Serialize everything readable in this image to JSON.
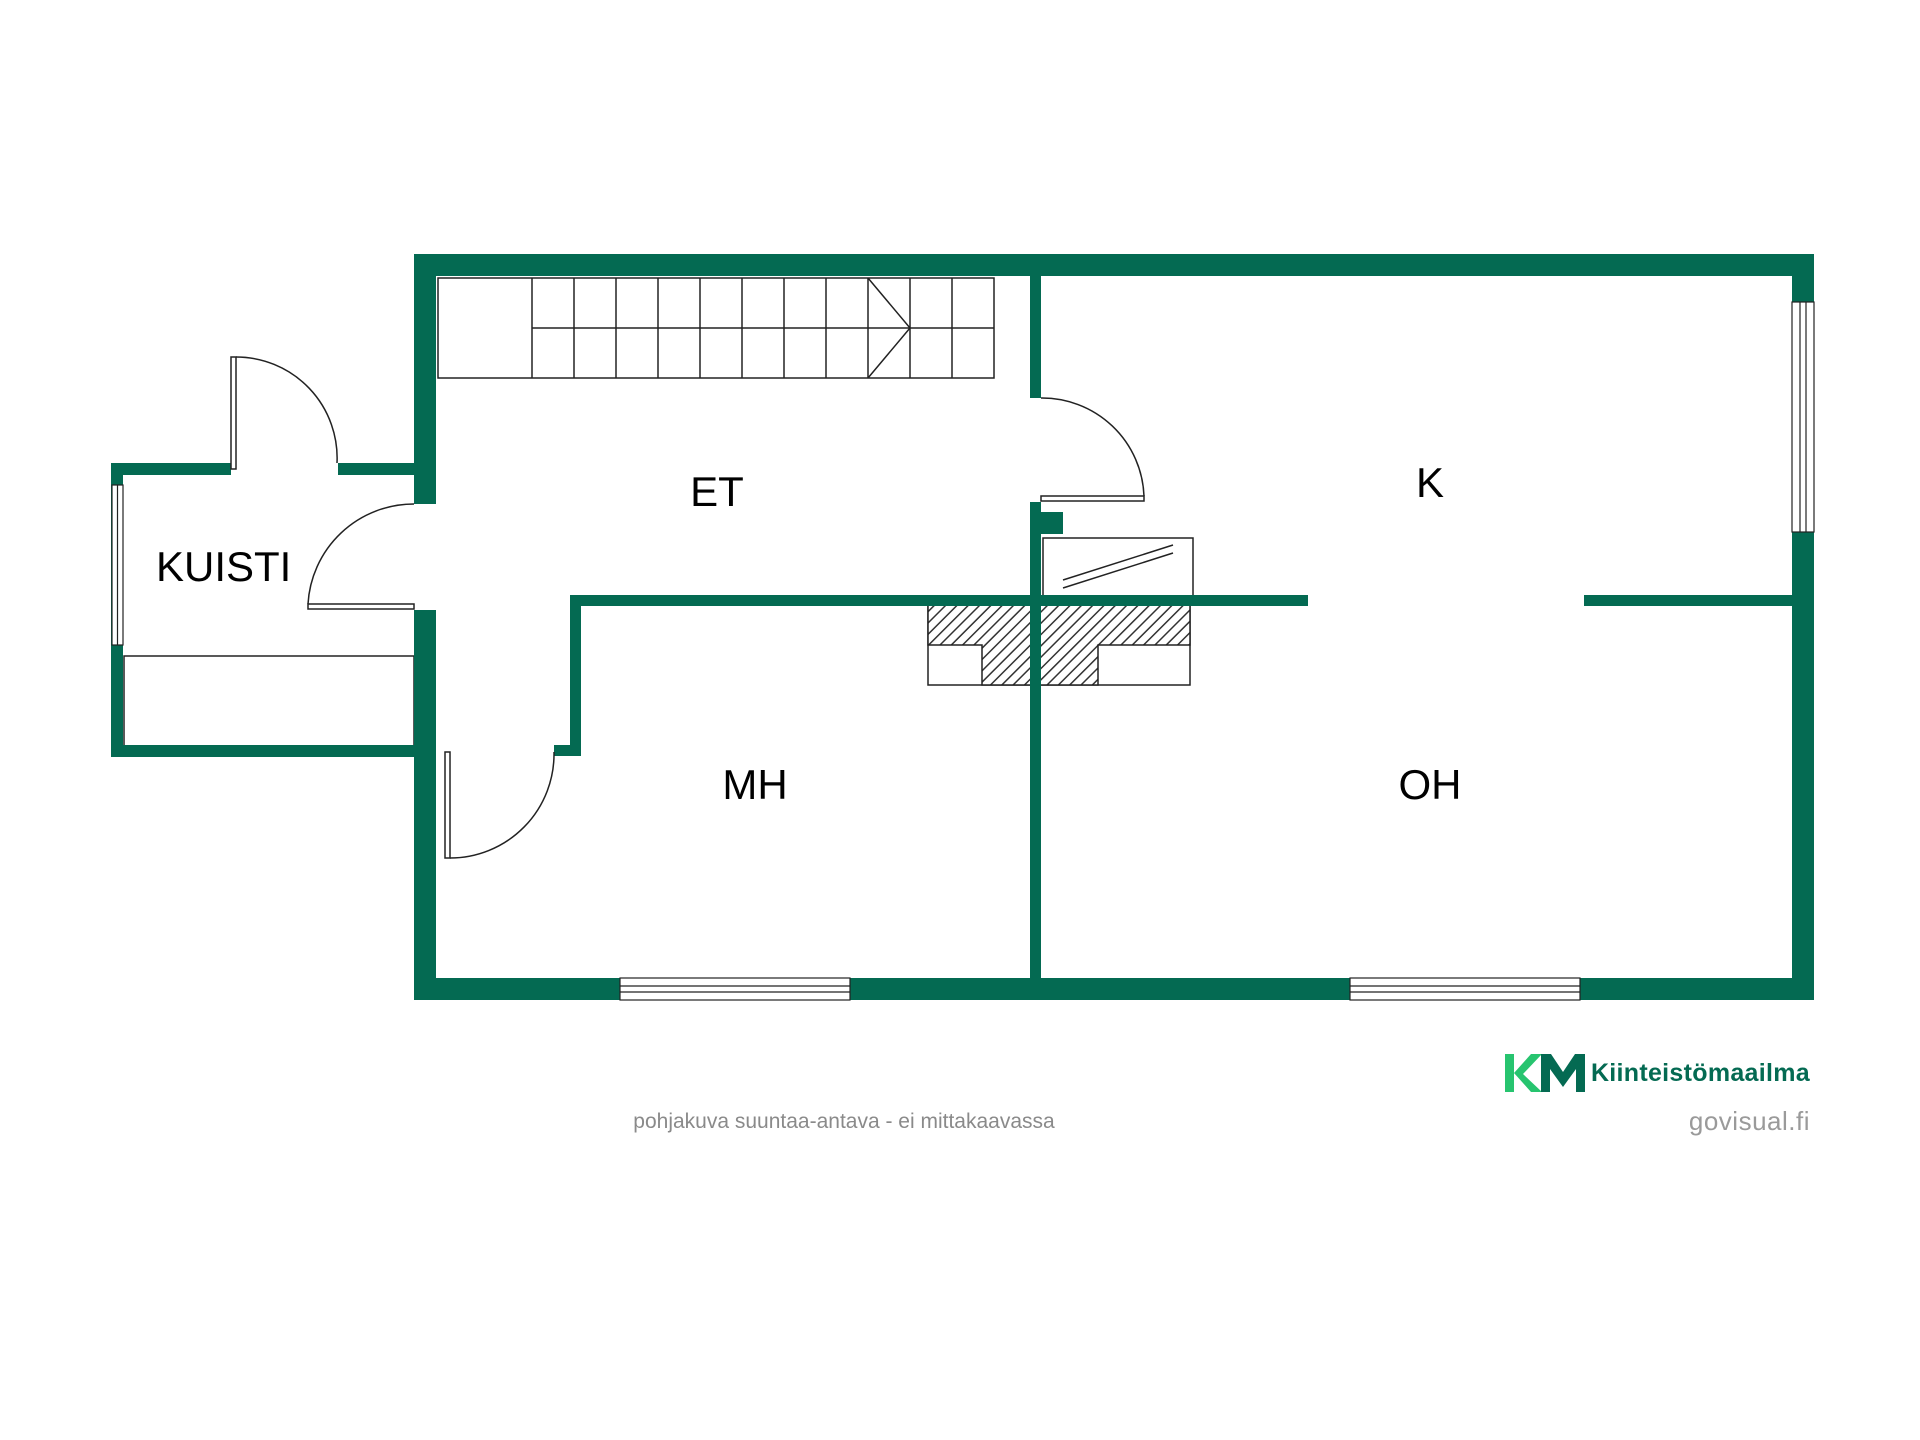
{
  "colors": {
    "wall": "#046a52",
    "line": "#222222",
    "hatch": "#333333",
    "brand_light": "#27c46f",
    "brand_dark": "#046a52",
    "muted_text": "#8a8a8a"
  },
  "rooms": {
    "kuisti": "KUISTI",
    "et": "ET",
    "k": "K",
    "mh": "MH",
    "oh": "OH"
  },
  "footer": {
    "disclaimer": "pohjakuva suuntaa-antava - ei mittakaavassa",
    "brand_name": "Kiinteistömaailma",
    "brand_icon": "km-logo-icon",
    "credit": "govisual.fi"
  }
}
